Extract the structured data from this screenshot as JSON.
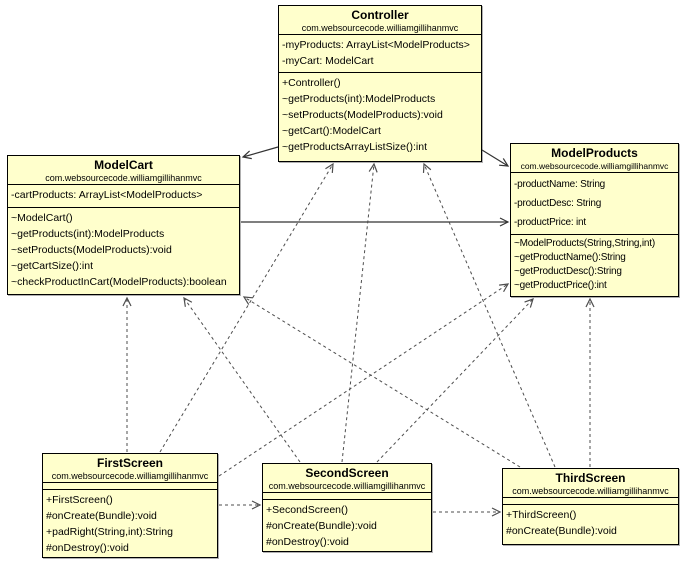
{
  "diagram": {
    "type": "uml-class-diagram",
    "background_color": "#ffffff",
    "class_fill_color": "#ffffcc",
    "class_border_color": "#000000",
    "edge_color": "#4d4d4d"
  },
  "classes": {
    "controller": {
      "name": "Controller",
      "package": "com.websourcecode.williamgillihanmvc",
      "attributes": [
        "-myProducts: ArrayList<ModelProducts>",
        "-myCart: ModelCart"
      ],
      "methods": [
        "+Controller()",
        "~getProducts(int):ModelProducts",
        "~setProducts(ModelProducts):void",
        "~getCart():ModelCart",
        "~getProductsArrayListSize():int"
      ]
    },
    "modelcart": {
      "name": "ModelCart",
      "package": "com.websourcecode.williamgillihanmvc",
      "attributes": [
        "-cartProducts: ArrayList<ModelProducts>"
      ],
      "methods": [
        "~ModelCart()",
        "~getProducts(int):ModelProducts",
        "~setProducts(ModelProducts):void",
        "~getCartSize():int",
        "~checkProductInCart(ModelProducts):boolean"
      ]
    },
    "modelproducts": {
      "name": "ModelProducts",
      "package": "com.websourcecode.williamgillihanmvc",
      "attributes": [
        "-productName: String",
        "-productDesc: String",
        "-productPrice: int"
      ],
      "methods": [
        "~ModelProducts(String,String,int)",
        "~getProductName():String",
        "~getProductDesc():String",
        "~getProductPrice():int"
      ]
    },
    "firstscreen": {
      "name": "FirstScreen",
      "package": "com.websourcecode.williamgillihanmvc",
      "attributes": [],
      "methods": [
        "+FirstScreen()",
        "#onCreate(Bundle):void",
        "+padRight(String,int):String",
        "#onDestroy():void"
      ]
    },
    "secondscreen": {
      "name": "SecondScreen",
      "package": "com.websourcecode.williamgillihanmvc",
      "attributes": [],
      "methods": [
        "+SecondScreen()",
        "#onCreate(Bundle):void",
        "#onDestroy():void"
      ]
    },
    "thirdscreen": {
      "name": "ThirdScreen",
      "package": "com.websourcecode.williamgillihanmvc",
      "attributes": [],
      "methods": [
        "+ThirdScreen()",
        "#onCreate(Bundle):void"
      ]
    }
  },
  "edges": [
    {
      "from": "Controller",
      "to": "ModelCart",
      "style": "solid",
      "arrow": "open"
    },
    {
      "from": "Controller",
      "to": "ModelProducts",
      "style": "solid",
      "arrow": "open"
    },
    {
      "from": "ModelCart",
      "to": "ModelProducts",
      "style": "solid",
      "arrow": "open"
    },
    {
      "from": "FirstScreen",
      "to": "Controller",
      "style": "dashed",
      "arrow": "open"
    },
    {
      "from": "SecondScreen",
      "to": "Controller",
      "style": "dashed",
      "arrow": "open"
    },
    {
      "from": "ThirdScreen",
      "to": "Controller",
      "style": "dashed",
      "arrow": "open"
    },
    {
      "from": "FirstScreen",
      "to": "ModelCart",
      "style": "dashed",
      "arrow": "open"
    },
    {
      "from": "SecondScreen",
      "to": "ModelCart",
      "style": "dashed",
      "arrow": "open"
    },
    {
      "from": "ThirdScreen",
      "to": "ModelCart",
      "style": "dashed",
      "arrow": "open"
    },
    {
      "from": "FirstScreen",
      "to": "ModelProducts",
      "style": "dashed",
      "arrow": "open"
    },
    {
      "from": "SecondScreen",
      "to": "ModelProducts",
      "style": "dashed",
      "arrow": "open"
    },
    {
      "from": "ThirdScreen",
      "to": "ModelProducts",
      "style": "dashed",
      "arrow": "open"
    },
    {
      "from": "FirstScreen",
      "to": "SecondScreen",
      "style": "dashed",
      "arrow": "open"
    },
    {
      "from": "SecondScreen",
      "to": "ThirdScreen",
      "style": "dashed",
      "arrow": "open"
    }
  ]
}
